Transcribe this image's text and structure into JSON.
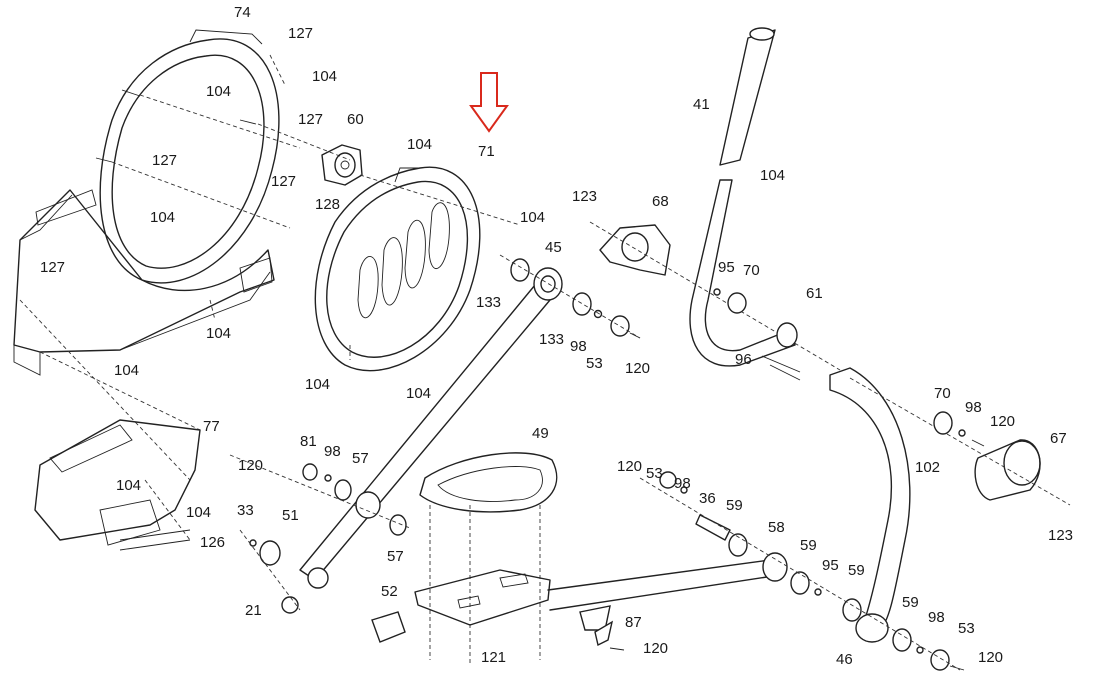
{
  "highlight": {
    "target_part": "71",
    "arrow_color": "#d9291c"
  },
  "callouts": [
    {
      "id": "c1",
      "text": "74"
    },
    {
      "id": "c2",
      "text": "127"
    },
    {
      "id": "c3",
      "text": "104"
    },
    {
      "id": "c4",
      "text": "104"
    },
    {
      "id": "c5",
      "text": "127"
    },
    {
      "id": "c6",
      "text": "127"
    },
    {
      "id": "c7",
      "text": "104"
    },
    {
      "id": "c8",
      "text": "127"
    },
    {
      "id": "c9",
      "text": "127"
    },
    {
      "id": "c10",
      "text": "104"
    },
    {
      "id": "c11",
      "text": "104"
    },
    {
      "id": "c12",
      "text": "60"
    },
    {
      "id": "c13",
      "text": "128"
    },
    {
      "id": "c14",
      "text": "104"
    },
    {
      "id": "c15",
      "text": "71"
    },
    {
      "id": "c16",
      "text": "104"
    },
    {
      "id": "c17",
      "text": "104"
    },
    {
      "id": "c18",
      "text": "104"
    },
    {
      "id": "c19",
      "text": "45"
    },
    {
      "id": "c20",
      "text": "133"
    },
    {
      "id": "c21",
      "text": "133"
    },
    {
      "id": "c22",
      "text": "98"
    },
    {
      "id": "c23",
      "text": "53"
    },
    {
      "id": "c24",
      "text": "120"
    },
    {
      "id": "c25",
      "text": "123"
    },
    {
      "id": "c26",
      "text": "68"
    },
    {
      "id": "c27",
      "text": "95"
    },
    {
      "id": "c28",
      "text": "70"
    },
    {
      "id": "c29",
      "text": "41"
    },
    {
      "id": "c30",
      "text": "104"
    },
    {
      "id": "c31",
      "text": "61"
    },
    {
      "id": "c32",
      "text": "96"
    },
    {
      "id": "c33",
      "text": "70"
    },
    {
      "id": "c34",
      "text": "98"
    },
    {
      "id": "c35",
      "text": "120"
    },
    {
      "id": "c36",
      "text": "67"
    },
    {
      "id": "c37",
      "text": "102"
    },
    {
      "id": "c38",
      "text": "123"
    },
    {
      "id": "c39",
      "text": "77"
    },
    {
      "id": "c40",
      "text": "104"
    },
    {
      "id": "c41",
      "text": "104"
    },
    {
      "id": "c42",
      "text": "126"
    },
    {
      "id": "c43",
      "text": "81"
    },
    {
      "id": "c44",
      "text": "98"
    },
    {
      "id": "c45",
      "text": "57"
    },
    {
      "id": "c46",
      "text": "120"
    },
    {
      "id": "c47",
      "text": "33"
    },
    {
      "id": "c48",
      "text": "51"
    },
    {
      "id": "c49",
      "text": "21"
    },
    {
      "id": "c50",
      "text": "49"
    },
    {
      "id": "c51",
      "text": "57"
    },
    {
      "id": "c52",
      "text": "52"
    },
    {
      "id": "c53",
      "text": "121"
    },
    {
      "id": "c54",
      "text": "120"
    },
    {
      "id": "c55",
      "text": "53"
    },
    {
      "id": "c56",
      "text": "98"
    },
    {
      "id": "c57",
      "text": "36"
    },
    {
      "id": "c58",
      "text": "59"
    },
    {
      "id": "c59",
      "text": "58"
    },
    {
      "id": "c60",
      "text": "87"
    },
    {
      "id": "c61",
      "text": "120"
    },
    {
      "id": "c62",
      "text": "59"
    },
    {
      "id": "c63",
      "text": "95"
    },
    {
      "id": "c64",
      "text": "59"
    },
    {
      "id": "c65",
      "text": "46"
    },
    {
      "id": "c66",
      "text": "59"
    },
    {
      "id": "c67",
      "text": "98"
    },
    {
      "id": "c68",
      "text": "53"
    },
    {
      "id": "c69",
      "text": "120"
    }
  ]
}
